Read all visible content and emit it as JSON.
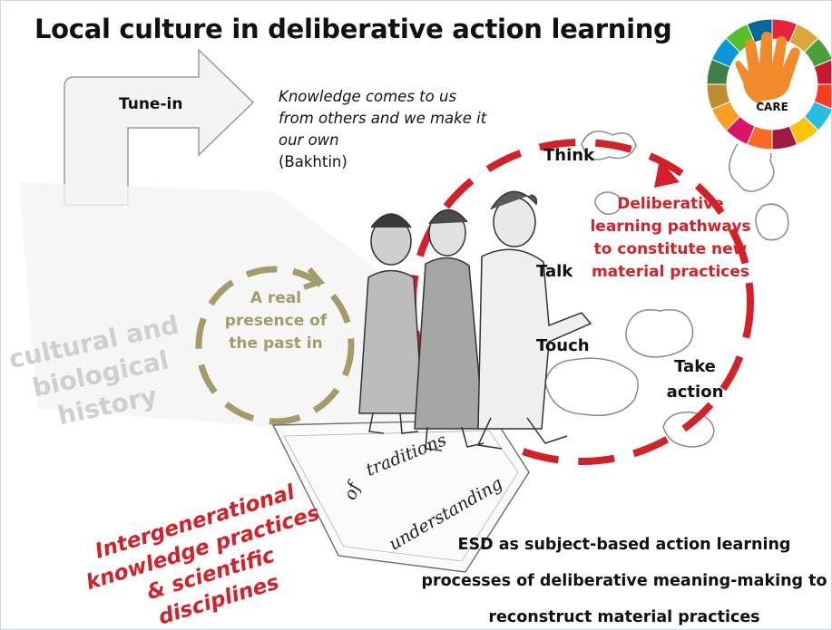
{
  "title": "Local culture in deliberative action learning",
  "arrow": {
    "label": "Tune-in"
  },
  "quote": {
    "text": "Knowledge comes to us from others and we make it our own",
    "source": "(Bakhtin)"
  },
  "actions": {
    "think": "Think",
    "talk": "Talk",
    "touch": "Touch",
    "take_action": "Take action"
  },
  "deliberative": "Deliberative learning pathways to constitute new material practices",
  "presence": "A real presence of the past in",
  "history": "cultural and biological history",
  "intergenerational": "Intergenerational knowledge practices & scientific disciplines",
  "mat": {
    "traditions": "traditions",
    "of": "of",
    "understanding": "understanding"
  },
  "esd": "ESD as subject-based action learning processes of deliberative meaning-making to reconstruct material practices",
  "logo": {
    "label": "CARE"
  },
  "colors": {
    "red": "#d62027",
    "khaki": "#a49b6a",
    "faded_gray": "#cfcfcf",
    "arrow_fill": "#f3f3f3"
  }
}
